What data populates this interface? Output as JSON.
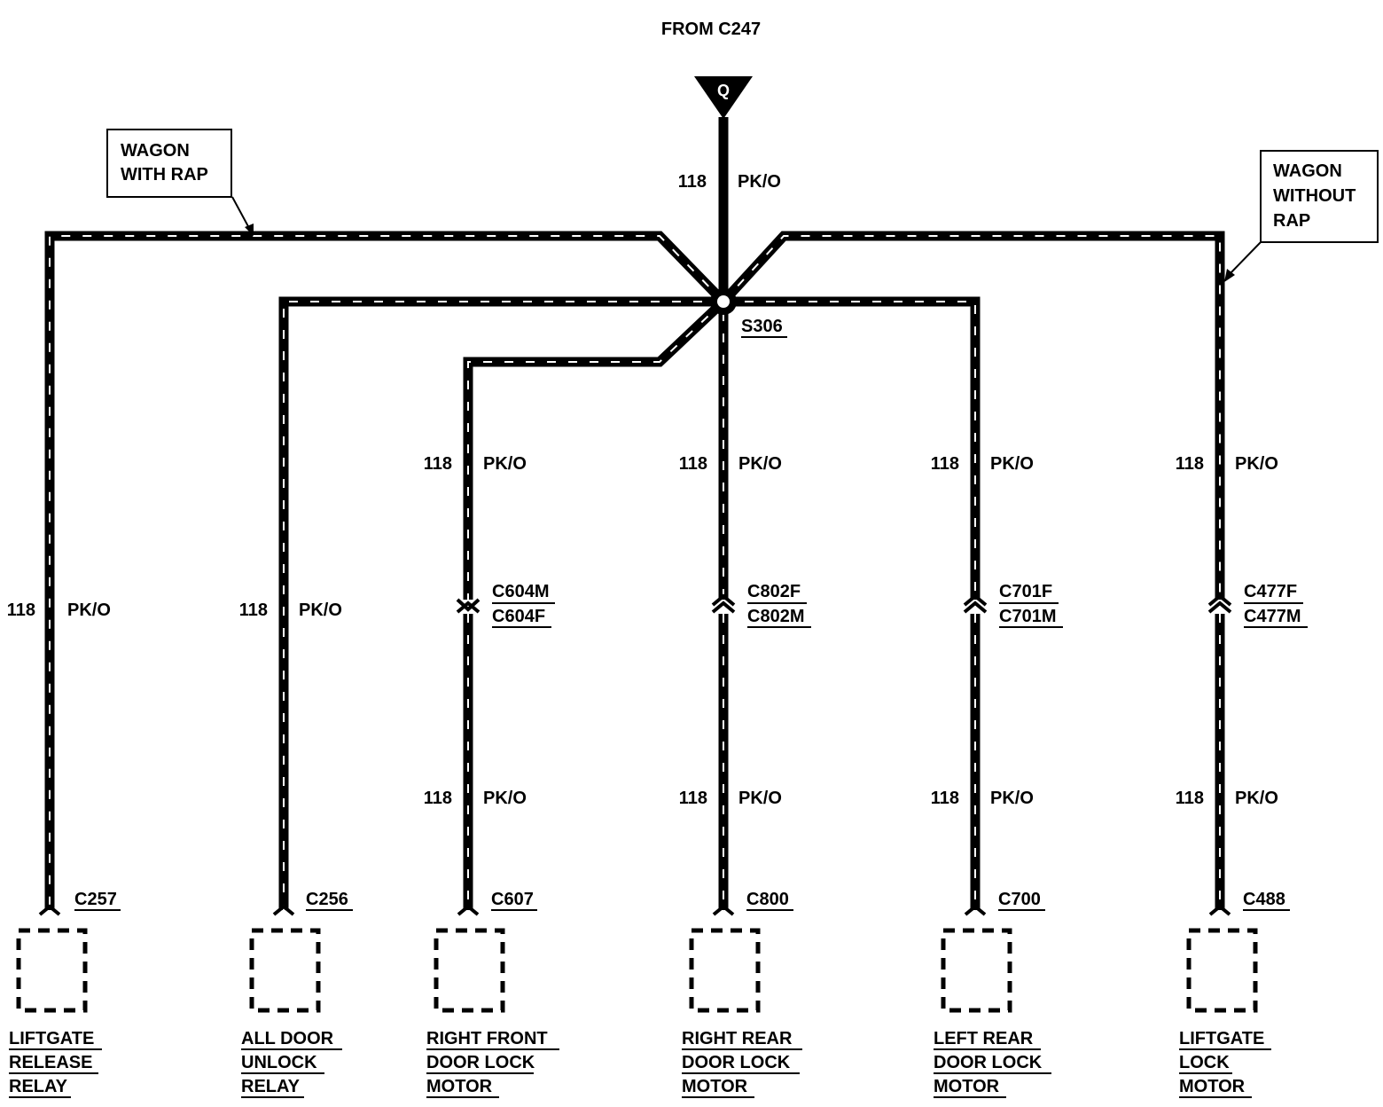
{
  "source_label": "FROM C247",
  "source_pin": "Q",
  "trunk": {
    "circuit": "118",
    "color_code": "PK/O"
  },
  "splice": "S306",
  "callouts": {
    "left": [
      "WAGON",
      "WITH RAP"
    ],
    "right": [
      "WAGON",
      "WITHOUT",
      "RAP"
    ]
  },
  "branches": [
    {
      "id": "liftgate-release-relay",
      "upper_wire": null,
      "inline_connector": null,
      "lower_wire": {
        "circuit": "118",
        "color_code": "PK/O"
      },
      "connector": "C257",
      "component": [
        "LIFTGATE",
        "RELEASE",
        "RELAY"
      ]
    },
    {
      "id": "all-door-unlock-relay",
      "upper_wire": null,
      "inline_connector": null,
      "lower_wire": {
        "circuit": "118",
        "color_code": "PK/O"
      },
      "connector": "C256",
      "component": [
        "ALL DOOR",
        "UNLOCK",
        "RELAY"
      ]
    },
    {
      "id": "right-front-door-lock-motor",
      "upper_wire": {
        "circuit": "118",
        "color_code": "PK/O"
      },
      "inline_connector": [
        "C604M",
        "C604F"
      ],
      "lower_wire": {
        "circuit": "118",
        "color_code": "PK/O"
      },
      "connector": "C607",
      "component": [
        "RIGHT FRONT",
        "DOOR LOCK",
        "MOTOR"
      ]
    },
    {
      "id": "right-rear-door-lock-motor",
      "upper_wire": {
        "circuit": "118",
        "color_code": "PK/O"
      },
      "inline_connector": [
        "C802F",
        "C802M"
      ],
      "lower_wire": {
        "circuit": "118",
        "color_code": "PK/O"
      },
      "connector": "C800",
      "component": [
        "RIGHT REAR",
        "DOOR LOCK",
        "MOTOR"
      ]
    },
    {
      "id": "left-rear-door-lock-motor",
      "upper_wire": {
        "circuit": "118",
        "color_code": "PK/O"
      },
      "inline_connector": [
        "C701F",
        "C701M"
      ],
      "lower_wire": {
        "circuit": "118",
        "color_code": "PK/O"
      },
      "connector": "C700",
      "component": [
        "LEFT REAR",
        "DOOR LOCK",
        "MOTOR"
      ]
    },
    {
      "id": "liftgate-lock-motor",
      "upper_wire": {
        "circuit": "118",
        "color_code": "PK/O"
      },
      "inline_connector": [
        "C477F",
        "C477M"
      ],
      "lower_wire": {
        "circuit": "118",
        "color_code": "PK/O"
      },
      "connector": "C488",
      "component": [
        "LIFTGATE",
        "LOCK",
        "MOTOR"
      ]
    }
  ]
}
